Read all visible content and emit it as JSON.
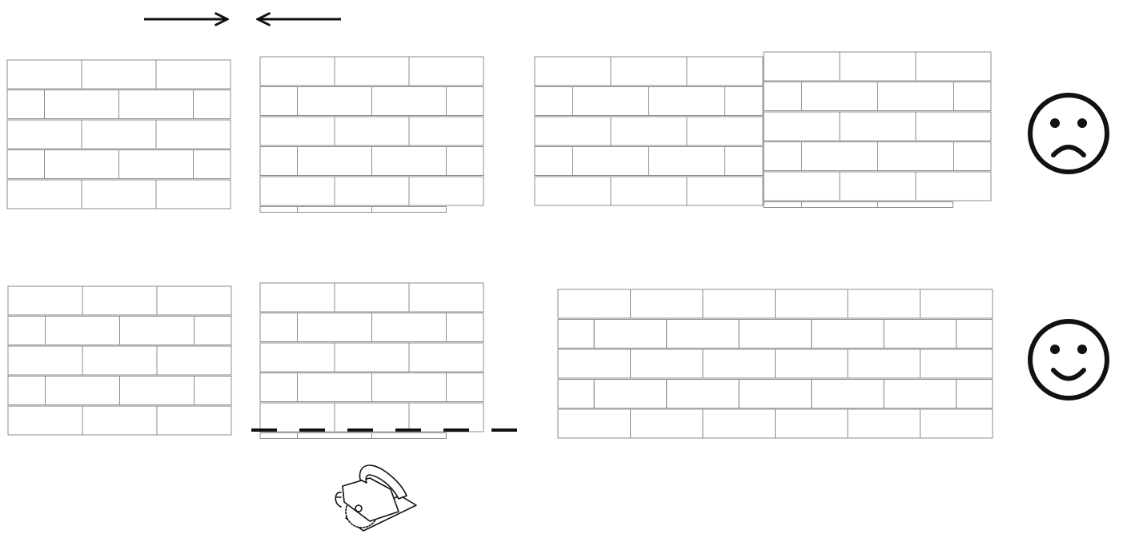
{
  "diagram": {
    "rows": [
      {
        "id": "misaligned",
        "outcome_icon": "sad-face-icon",
        "left_panel_extra_partial_course": true,
        "merged_panels_aligned": false
      },
      {
        "id": "aligned",
        "outcome_icon": "happy-face-icon",
        "left_panel_extra_partial_course": true,
        "merged_panels_aligned": true,
        "cut_line": "dashed",
        "tool_icon": "circular-saw-icon"
      }
    ],
    "arrows": [
      {
        "icon": "arrow-right-icon",
        "direction": "right"
      },
      {
        "icon": "arrow-left-icon",
        "direction": "left"
      }
    ],
    "colors": {
      "brick_stroke": "#8c8c8c",
      "ink": "#111111",
      "background": "#ffffff"
    }
  }
}
